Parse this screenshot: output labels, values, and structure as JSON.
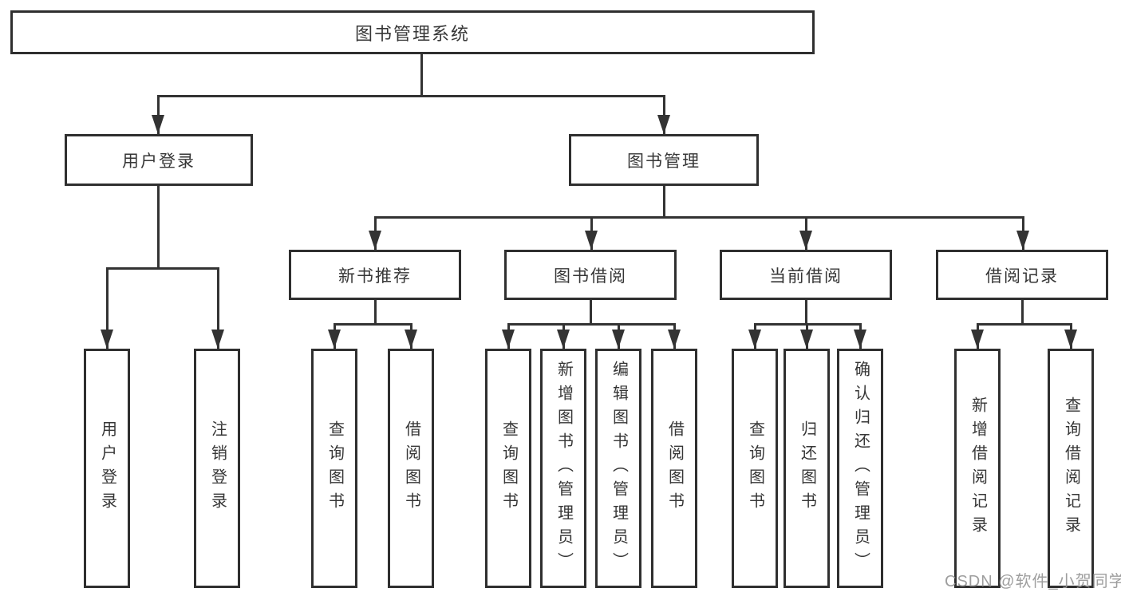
{
  "tree": {
    "root": {
      "label": "图书管理系统",
      "children": [
        {
          "label": "用户登录",
          "children": [
            {
              "label": "用户登录"
            },
            {
              "label": "注销登录"
            }
          ]
        },
        {
          "label": "图书管理",
          "children": [
            {
              "label": "新书推荐",
              "children": [
                {
                  "label": "查询图书"
                },
                {
                  "label": "借阅图书"
                }
              ]
            },
            {
              "label": "图书借阅",
              "children": [
                {
                  "label": "查询图书"
                },
                {
                  "label": "新增图书（管理员）"
                },
                {
                  "label": "编辑图书（管理员）"
                },
                {
                  "label": "借阅图书"
                }
              ]
            },
            {
              "label": "当前借阅",
              "children": [
                {
                  "label": "查询图书"
                },
                {
                  "label": "归还图书"
                },
                {
                  "label": "确认归还（管理员）"
                }
              ]
            },
            {
              "label": "借阅记录",
              "children": [
                {
                  "label": "新增借阅记录"
                },
                {
                  "label": "查询借阅记录"
                }
              ]
            }
          ]
        }
      ]
    }
  },
  "watermark": "CSDN @软件_小贺同学",
  "colors": {
    "line": "#333333",
    "border": "#2f2f2f",
    "text": "#363636",
    "watermark": "#969696",
    "background": "#ffffff"
  }
}
